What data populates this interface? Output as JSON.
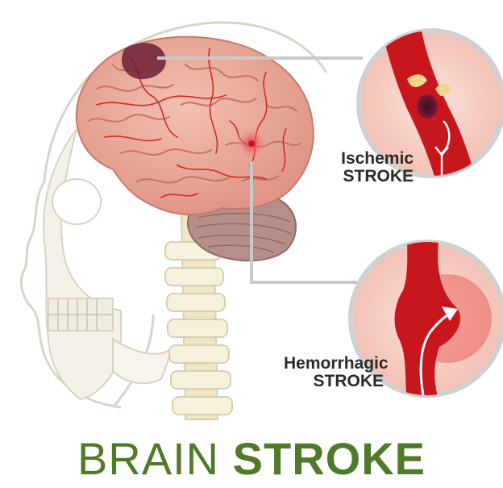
{
  "labels": {
    "ischemic_line1": "Ischemic",
    "ischemic_line2": "STROKE",
    "hemorrhagic_line1": "Hemorrhagic",
    "hemorrhagic_line2": "STROKE"
  },
  "title": {
    "word1": "BRAIN",
    "word2": "STROKE"
  },
  "colors": {
    "title_green": "#4f7a28",
    "brain_pink": "#e9a898",
    "vessel_red": "#c8161d",
    "skull_outline": "#d9d4c8",
    "connector_gray": "#c9c9c9"
  }
}
